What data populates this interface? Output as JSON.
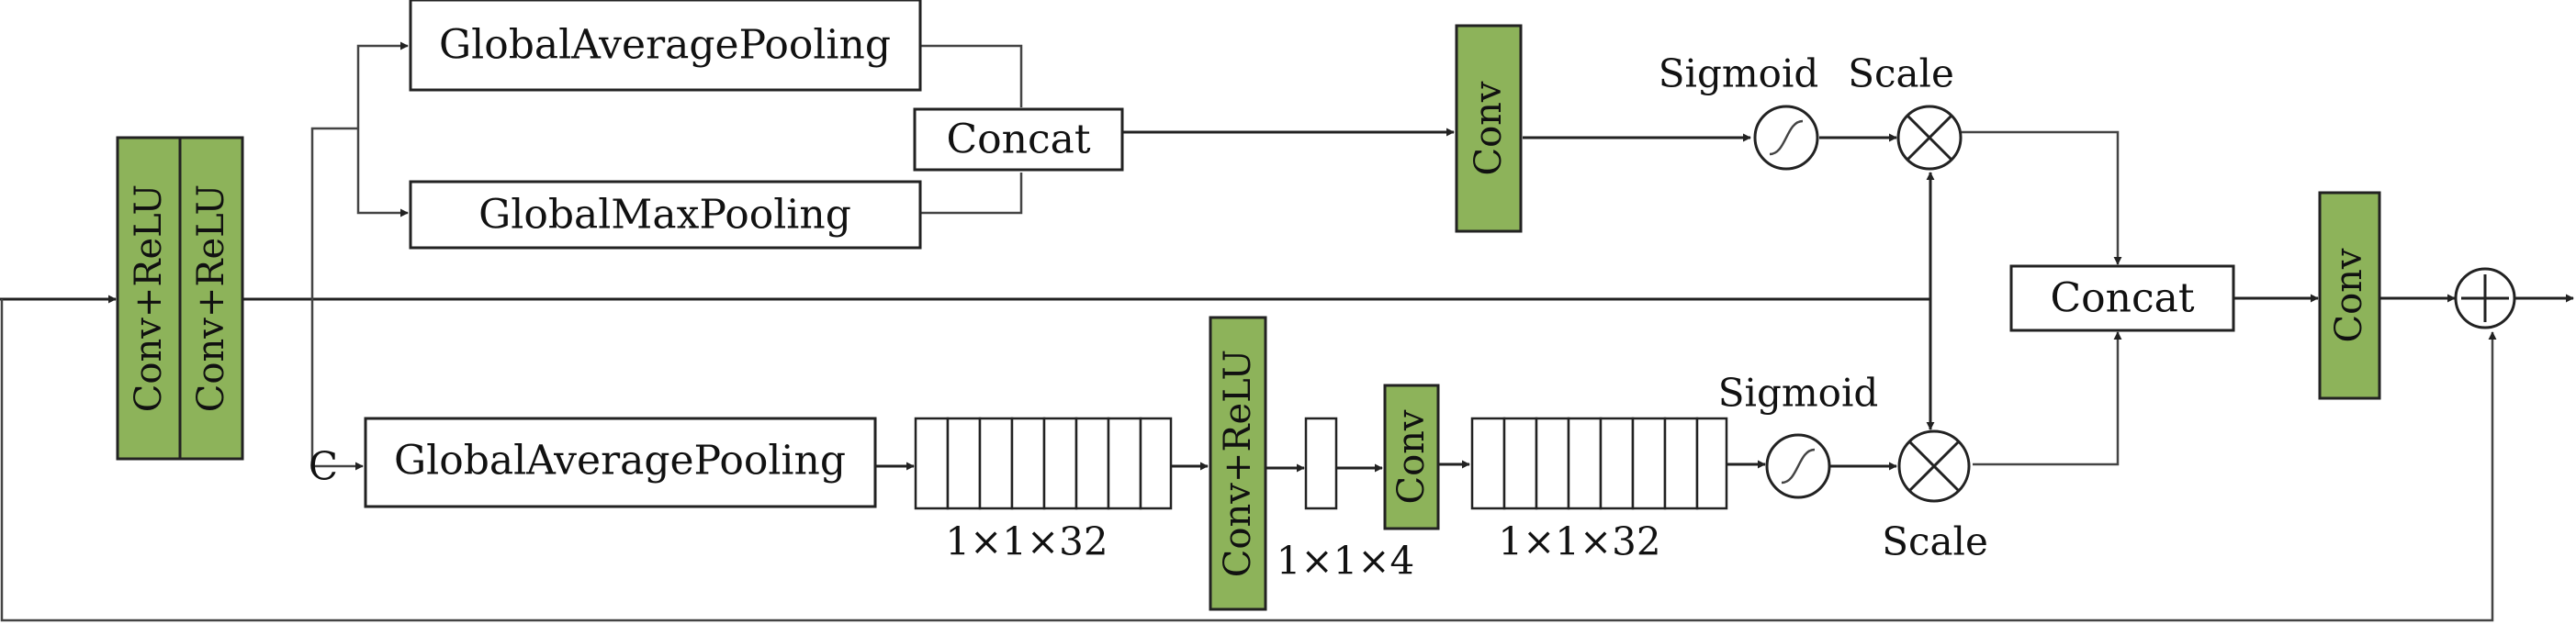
{
  "blocks": {
    "conv_relu_a": "Conv+ReLU",
    "conv_relu_b": "Conv+ReLU",
    "gap_top": "GlobalAveragePooling",
    "gmp_top": "GlobalMaxPooling",
    "concat_top": "Concat",
    "conv_top": "Conv",
    "sigmoid_top_label": "Sigmoid",
    "scale_top_label": "Scale",
    "concat_right": "Concat",
    "conv_right": "Conv",
    "c_label": "C",
    "gap_bottom": "GlobalAveragePooling",
    "vec32_a_label": "1×1×32",
    "conv_relu_mid": "Conv+ReLU",
    "vec4_label": "1×1×4",
    "conv_mid": "Conv",
    "vec32_b_label": "1×1×32",
    "sigmoid_bottom_label": "Sigmoid",
    "scale_bottom_label": "Scale"
  },
  "colors": {
    "green_block": "#8db35a",
    "line": "#222222",
    "background": "#ffffff"
  }
}
